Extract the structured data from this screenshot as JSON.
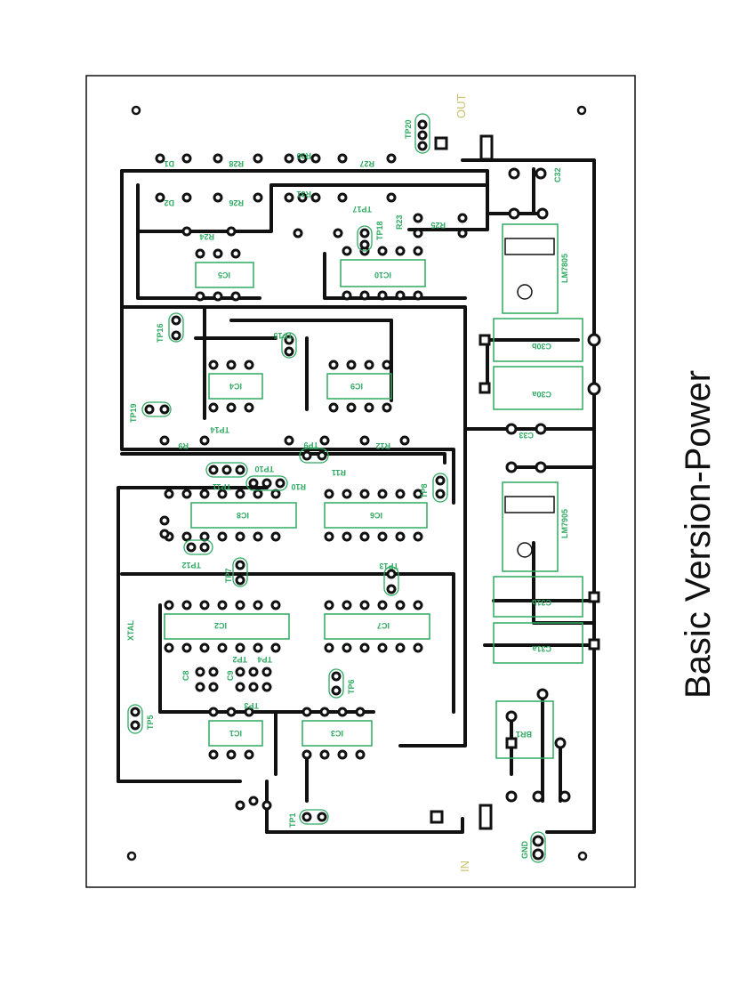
{
  "title": "Basic Version-Power",
  "silk": {
    "out": "OUT",
    "in": "IN",
    "gnd": "GND",
    "xtal": "XTAL",
    "lm7805": "LM7805",
    "lm7905": "LM7905",
    "ic1": "IC1",
    "ic2": "IC2",
    "ic3": "IC3",
    "ic4": "IC4",
    "ic5": "IC5",
    "ic6": "IC6",
    "ic7": "IC7",
    "ic8": "IC8",
    "ic9": "IC9",
    "ic10": "IC10",
    "tp1": "TP1",
    "tp2": "TP2",
    "tp3": "TP3",
    "tp4": "TP4",
    "tp5": "TP5",
    "tp6": "TP6",
    "tp7": "TP7",
    "tp8": "TP8",
    "tp9": "TP9",
    "tp10": "TP10",
    "tp11": "TP11",
    "tp12": "TP12",
    "tp13": "TP13",
    "tp14": "TP14",
    "tp15": "TP15",
    "tp16": "TP16",
    "tp17": "TP17",
    "tp18": "TP18",
    "tp19": "TP19",
    "tp20": "TP20",
    "c30a": "C30a",
    "c30b": "C30b",
    "c31a": "C31a",
    "c31b": "C31b",
    "c32": "C32",
    "c33": "C33",
    "c8": "C8",
    "c9": "C9",
    "br1": "BR1",
    "r9": "R9",
    "r10": "R10",
    "r11": "R11",
    "r12": "R12",
    "r31": "R31",
    "r24": "R24",
    "r26": "R26",
    "r28": "R28",
    "r30": "R30",
    "r27": "R27",
    "r25": "R25",
    "r23": "R23",
    "d1": "D1",
    "d2": "D2"
  }
}
